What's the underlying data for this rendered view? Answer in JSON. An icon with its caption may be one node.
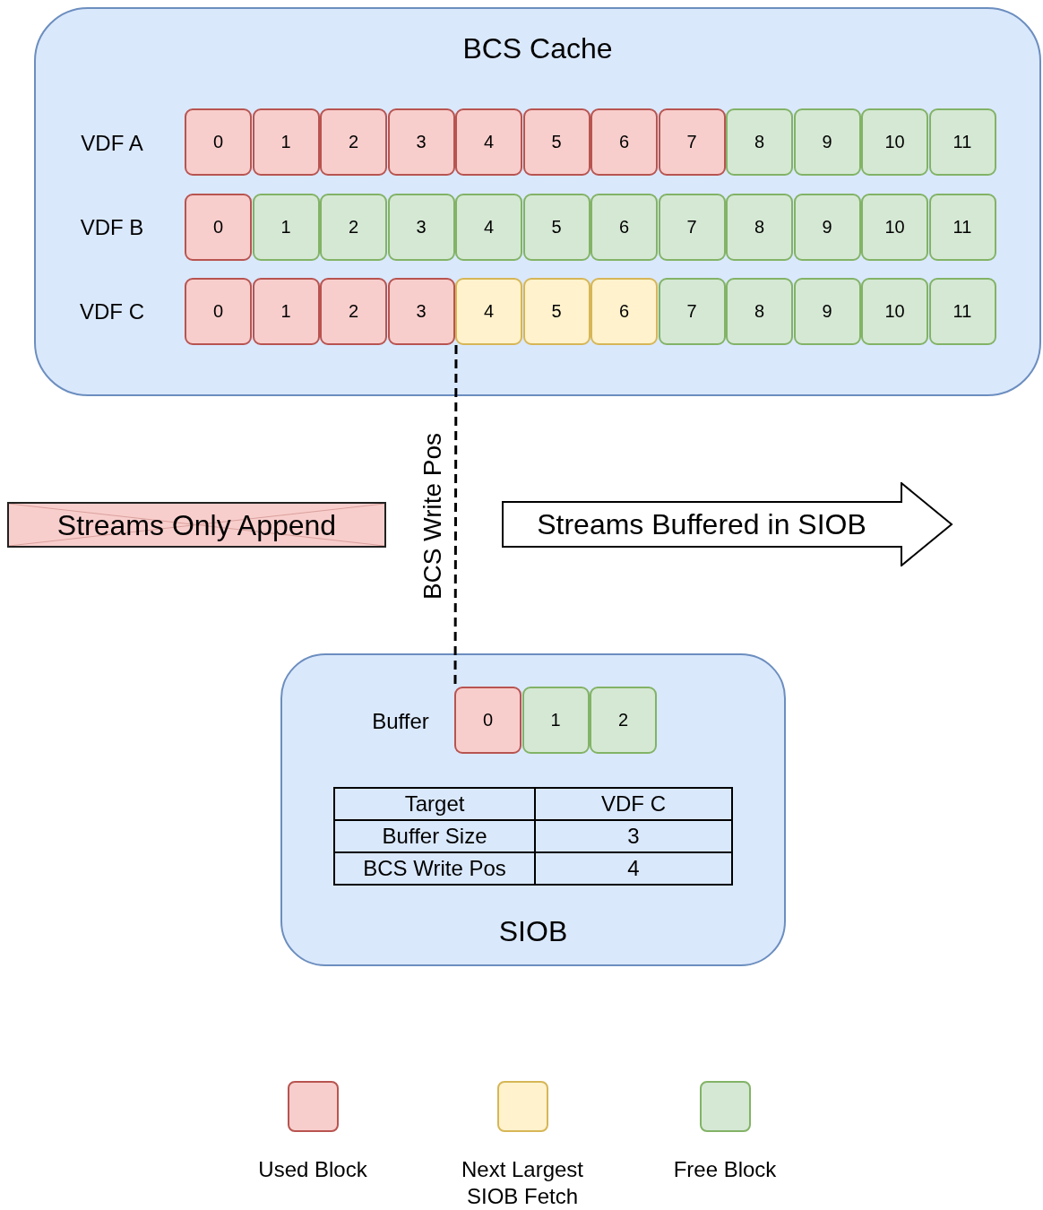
{
  "diagram": {
    "nodes": [
      {
        "text": [
          "BCS Cache"
        ]
      },
      {
        "text": [
          "0"
        ],
        "in": 0
      },
      {
        "text": [
          "1"
        ],
        "in": 0
      },
      {
        "text": [
          "2"
        ],
        "in": 0
      },
      {
        "text": [
          "3"
        ],
        "in": 0
      },
      {
        "text": [
          "4"
        ],
        "in": 0
      },
      {
        "text": [
          "5"
        ],
        "in": 0
      },
      {
        "text": [
          "6"
        ],
        "in": 0
      },
      {
        "text": [
          "7"
        ],
        "in": 0
      },
      {
        "text": [
          "8"
        ],
        "in": 0
      },
      {
        "text": [
          "9"
        ],
        "in": 0
      },
      {
        "text": [
          "10"
        ],
        "in": 0
      },
      {
        "text": [
          "11"
        ],
        "in": 0
      },
      {
        "text": [
          "0"
        ],
        "in": 0
      },
      {
        "text": [
          "1"
        ],
        "in": 0
      },
      {
        "text": [
          "2"
        ],
        "in": 0
      },
      {
        "text": [
          "3"
        ],
        "in": 0
      },
      {
        "text": [
          "4"
        ],
        "in": 0
      },
      {
        "text": [
          "5"
        ],
        "in": 0
      },
      {
        "text": [
          "6"
        ],
        "in": 0
      },
      {
        "text": [
          "7"
        ],
        "in": 0
      },
      {
        "text": [
          "8"
        ],
        "in": 0
      },
      {
        "text": [
          "9"
        ],
        "in": 0
      },
      {
        "text": [
          "10"
        ],
        "in": 0
      },
      {
        "text": [
          "11"
        ],
        "in": 0
      },
      {
        "text": [
          "0"
        ],
        "in": 0
      },
      {
        "text": [
          "1"
        ],
        "in": 0
      },
      {
        "text": [
          "2"
        ],
        "in": 0
      },
      {
        "text": [
          "3"
        ],
        "in": 0
      },
      {
        "text": [
          "4"
        ],
        "in": 0
      },
      {
        "text": [
          "5"
        ],
        "in": 0
      },
      {
        "text": [
          "6"
        ],
        "in": 0
      },
      {
        "text": [
          "7"
        ],
        "in": 0
      },
      {
        "text": [
          "8"
        ],
        "in": 0
      },
      {
        "text": [
          "9"
        ],
        "in": 0
      },
      {
        "text": [
          "10"
        ],
        "in": 0
      },
      {
        "text": [
          "11"
        ],
        "in": 0
      },
      {
        "text": [
          "Streams Only Append"
        ]
      },
      {
        "text": [
          "Streams Buffered in SIOB"
        ]
      },
      {
        "text": [
          "SIOB"
        ]
      },
      {
        "text": [
          "0"
        ],
        "in": 39
      },
      {
        "text": [
          "1"
        ],
        "in": 39
      },
      {
        "text": [
          "2"
        ],
        "in": 39
      }
    ],
    "edges": [
      {
        "from": 29,
        "to": 40,
        "arrow": "none",
        "label": "BCS Write Pos",
        "style": "dashed"
      }
    ],
    "labels": [
      "VDF A",
      "VDF B",
      "VDF C",
      "Buffer",
      "Target",
      "VDF C",
      "Buffer Size",
      "3",
      "BCS Write Pos",
      "4"
    ],
    "legend": [
      {
        "text": "Used Block",
        "color": "#f8cecc"
      },
      {
        "text": "Next Largest SIOB Fetch",
        "color": "#fff2cc"
      },
      {
        "text": "Free Block",
        "color": "#d5e8d4"
      }
    ]
  }
}
